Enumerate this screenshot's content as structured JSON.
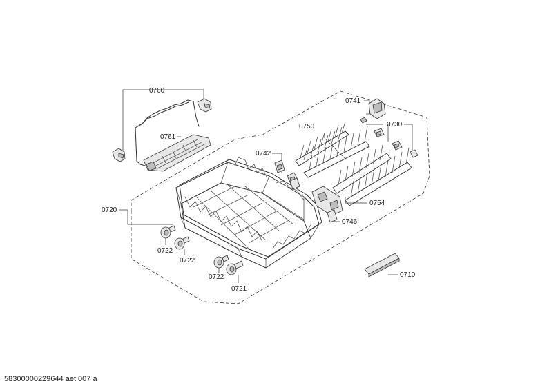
{
  "labels": {
    "l0760": "0760",
    "l0761": "0761",
    "l0720": "0720",
    "l0722a": "0722",
    "l0722b": "0722",
    "l0722c": "0722",
    "l0721": "0721",
    "l0741": "0741",
    "l0730": "0730",
    "l0750": "0750",
    "l0742": "0742",
    "l0754": "0754",
    "l0746": "0746",
    "l0710": "0710"
  },
  "footer": "58300000229644 aet 007 a"
}
